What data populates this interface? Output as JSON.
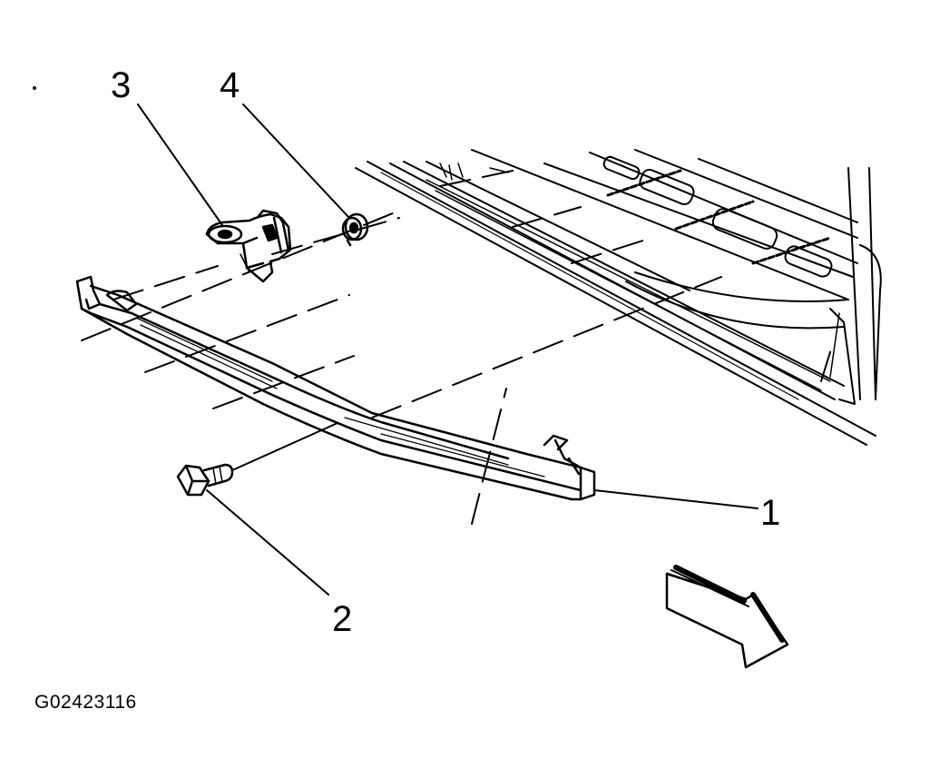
{
  "callouts": {
    "one": "1",
    "two": "2",
    "three": "3",
    "four": "4"
  },
  "figure_id": "G02423116",
  "colors": {
    "ink": "#000000",
    "paper": "#ffffff"
  }
}
